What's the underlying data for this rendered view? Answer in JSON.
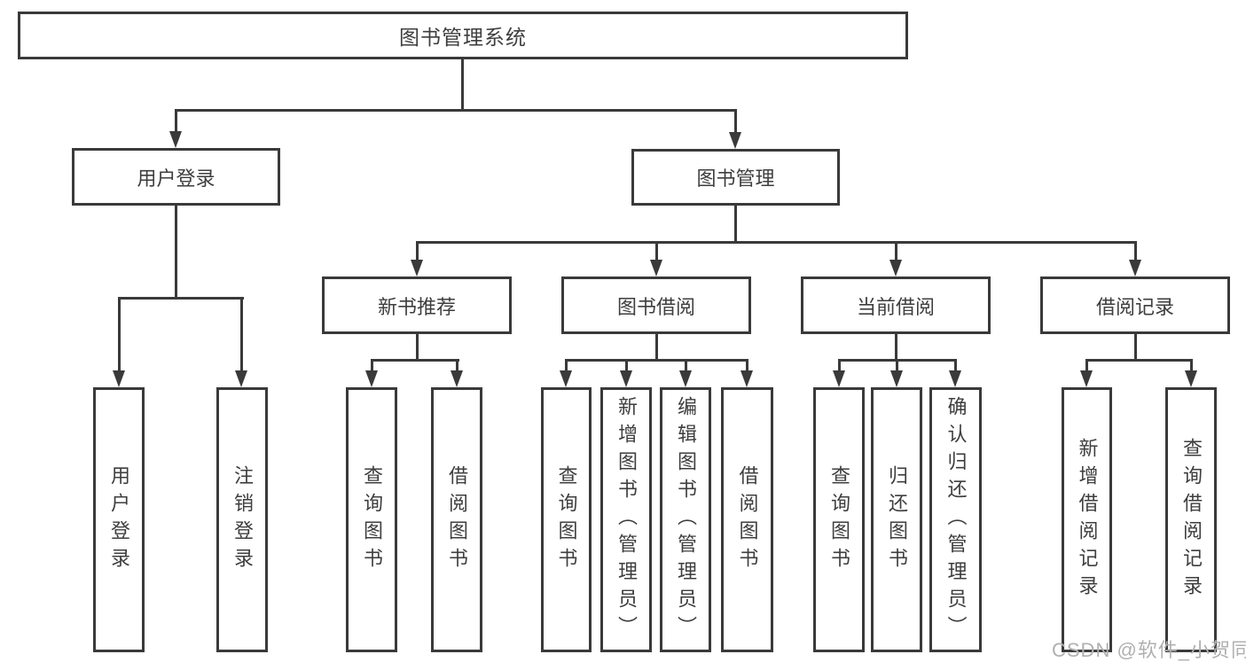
{
  "diagram_type": "hierarchy-tree",
  "tree": {
    "id": "root",
    "label": "图书管理系统",
    "children": [
      {
        "id": "user_login",
        "label": "用户登录",
        "children": [
          {
            "id": "login",
            "label": "用户登录"
          },
          {
            "id": "logout",
            "label": "注销登录"
          }
        ]
      },
      {
        "id": "book_mgmt",
        "label": "图书管理",
        "children": [
          {
            "id": "new_book_rec",
            "label": "新书推荐",
            "children": [
              {
                "id": "nbr_query",
                "label": "查询图书"
              },
              {
                "id": "nbr_borrow",
                "label": "借阅图书"
              }
            ]
          },
          {
            "id": "book_borrow",
            "label": "图书借阅",
            "children": [
              {
                "id": "bb_query",
                "label": "查询图书"
              },
              {
                "id": "bb_add",
                "label": "新增图书（管理员）"
              },
              {
                "id": "bb_edit",
                "label": "编辑图书（管理员）"
              },
              {
                "id": "bb_borrow",
                "label": "借阅图书"
              }
            ]
          },
          {
            "id": "current_borrow",
            "label": "当前借阅",
            "children": [
              {
                "id": "cb_query",
                "label": "查询图书"
              },
              {
                "id": "cb_return",
                "label": "归还图书"
              },
              {
                "id": "cb_confirm",
                "label": "确认归还（管理员）"
              }
            ]
          },
          {
            "id": "borrow_records",
            "label": "借阅记录",
            "children": [
              {
                "id": "br_add",
                "label": "新增借阅记录"
              },
              {
                "id": "br_query",
                "label": "查询借阅记录"
              }
            ]
          }
        ]
      }
    ]
  },
  "watermark": {
    "text": "CSDN @软件_小贺同学"
  },
  "palette": {
    "line": "#3a3a3a",
    "text": "#3e3e3e",
    "watermark": "#b0b0b0",
    "bg": "#ffffff"
  }
}
